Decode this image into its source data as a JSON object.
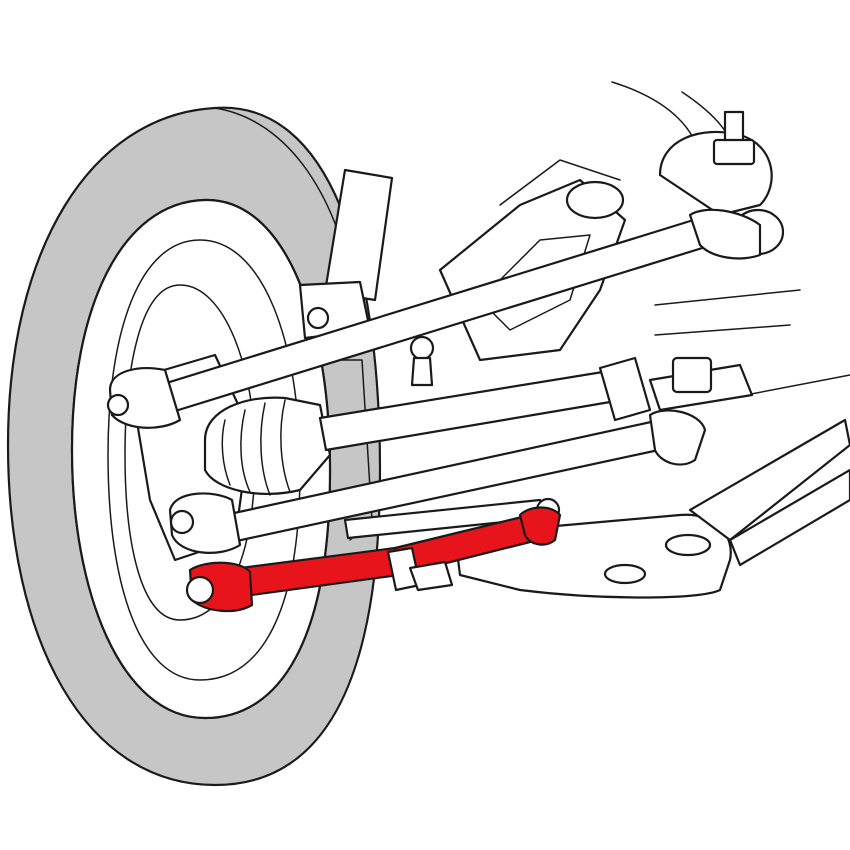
{
  "diagram": {
    "colors": {
      "background": "#ffffff",
      "outline": "#1a1a1a",
      "tire": "#c6c6c6",
      "part_fill": "#ffffff",
      "highlight": "#e8141c"
    },
    "components": [
      "tire",
      "wheel-hub",
      "cv-axle-boot",
      "upper-control-arm",
      "drive-axle",
      "middle-link",
      "lower-link",
      "highlighted-toe-link",
      "lower-control-arm",
      "subframe",
      "strut-tower-ball-joint"
    ],
    "highlighted_component": "highlighted-toe-link"
  }
}
